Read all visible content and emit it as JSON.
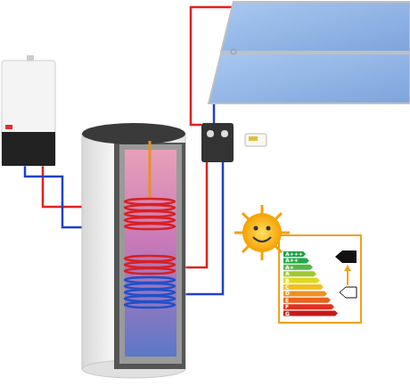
{
  "diagram": {
    "labels": [
      "A+++",
      "A++",
      "A+",
      "A",
      "B",
      "C",
      "D",
      "E",
      "F",
      "G"
    ]
  }
}
